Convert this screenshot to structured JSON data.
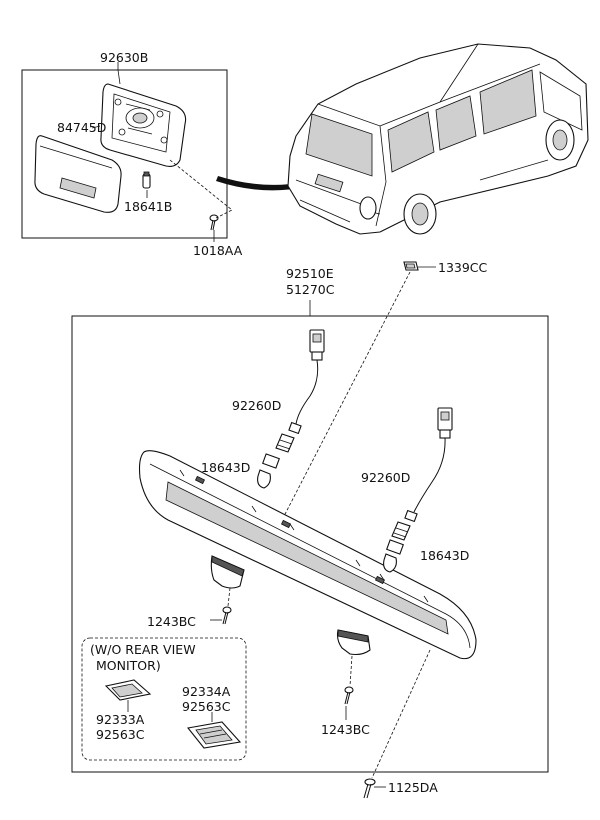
{
  "labels": {
    "bracket_assy": "92630B",
    "cover": "84745D",
    "bulb_upper": "18641B",
    "screw_upper": "1018AA",
    "garnish_1": "92510E",
    "garnish_2": "51270C",
    "clip": "1339CC",
    "socket_left": "92260D",
    "bulb_left": "18643D",
    "socket_right": "92260D",
    "bulb_right": "18643D",
    "screw_left": "1243BC",
    "screw_right": "1243BC",
    "screw_bottom": "1125DA",
    "note_line1": "(W/O REAR VIEW",
    "note_line2": "MONITOR)",
    "cover_a_1": "92333A",
    "cover_a_2": "92563C",
    "cover_b_1": "92334A",
    "cover_b_2": "92563C"
  }
}
